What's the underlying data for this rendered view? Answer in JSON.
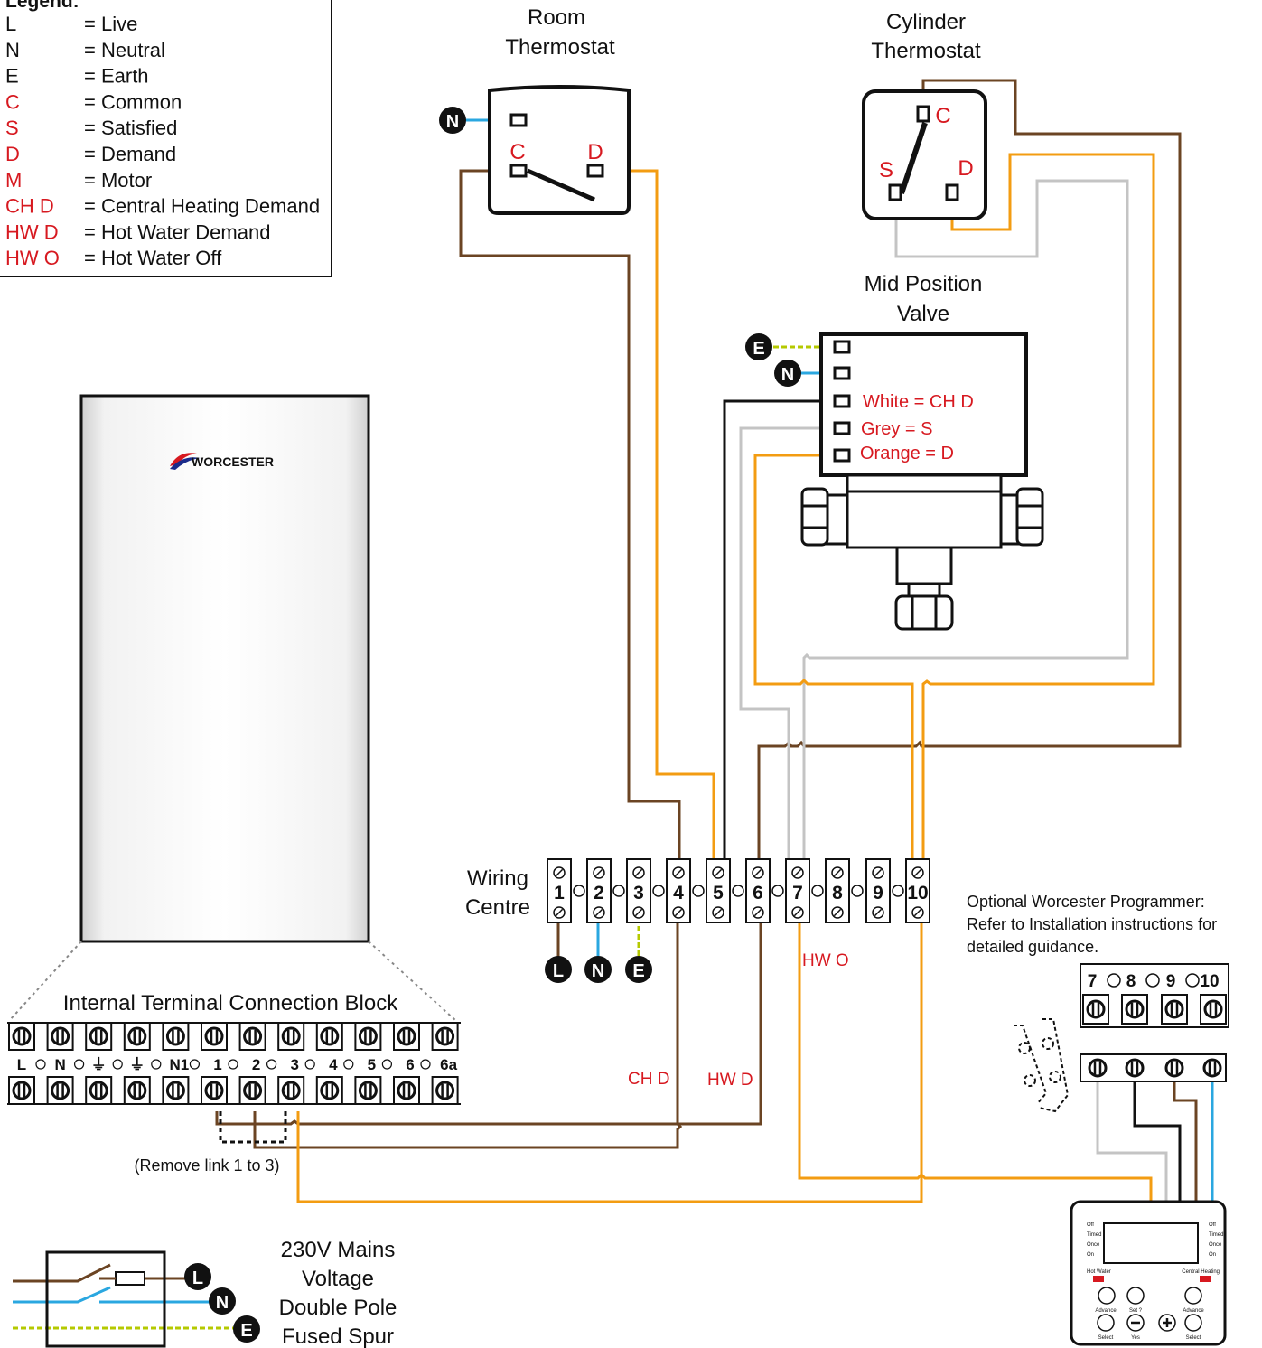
{
  "legend": {
    "title": "Legend:",
    "items": [
      {
        "code": "L",
        "desc": "= Live",
        "color": "#111111"
      },
      {
        "code": "N",
        "desc": "= Neutral",
        "color": "#111111"
      },
      {
        "code": "E",
        "desc": "= Earth",
        "color": "#111111"
      },
      {
        "code": "C",
        "desc": "= Common",
        "color": "#d71920"
      },
      {
        "code": "S",
        "desc": "= Satisfied",
        "color": "#d71920"
      },
      {
        "code": "D",
        "desc": "= Demand",
        "color": "#d71920"
      },
      {
        "code": "M",
        "desc": "= Motor",
        "color": "#d71920"
      },
      {
        "code": "CH D",
        "desc": "= Central Heating Demand",
        "color": "#d71920"
      },
      {
        "code": "HW D",
        "desc": "= Hot Water Demand",
        "color": "#d71920"
      },
      {
        "code": "HW O",
        "desc": "= Hot Water Off",
        "color": "#d71920"
      }
    ]
  },
  "room_thermostat": {
    "title1": "Room",
    "title2": "Thermostat",
    "n": "N",
    "c": "C",
    "d": "D"
  },
  "cylinder_thermostat": {
    "title1": "Cylinder",
    "title2": "Thermostat",
    "c": "C",
    "s": "S",
    "d": "D"
  },
  "valve": {
    "title1": "Mid Position",
    "title2": "Valve",
    "e": "E",
    "n": "N",
    "white": "White = CH D",
    "grey": "Grey = S",
    "orange": "Orange = D"
  },
  "boiler": {
    "brand": "WORCESTER"
  },
  "wiring_centre": {
    "title1": "Wiring",
    "title2": "Centre",
    "terminals": [
      "1",
      "2",
      "3",
      "4",
      "5",
      "6",
      "7",
      "8",
      "9",
      "10"
    ],
    "supply": [
      "L",
      "N",
      "E"
    ]
  },
  "terminal_block": {
    "title": "Internal Terminal Connection Block",
    "labels": [
      "L",
      "N",
      "⏚",
      "⏚",
      "N1",
      "1",
      "2",
      "3",
      "4",
      "5",
      "6",
      "6a"
    ],
    "note": "(Remove link 1 to 3)"
  },
  "wire_labels": {
    "hwo": "HW O",
    "chd": "CH D",
    "hwd": "HW D"
  },
  "programmer": {
    "note1": "Optional Worcester Programmer:",
    "note2": "Refer to Installation instructions for",
    "note3": "detailed guidance.",
    "terminals": [
      "7",
      "8",
      "9",
      "10"
    ],
    "modes": [
      "Off",
      "Timed",
      "Once",
      "On"
    ],
    "hot_water": "Hot Water",
    "central_heating": "Central Heating",
    "advance": "Advance",
    "select": "Select",
    "set": "Set ?",
    "yes": "Yes"
  },
  "spur": {
    "line1": "230V Mains",
    "line2": "Voltage",
    "line3": "Double Pole",
    "line4": "Fused Spur",
    "l": "L",
    "n": "N",
    "e": "E"
  },
  "colors": {
    "brown": "#6b4423",
    "orange": "#f39c12",
    "blue": "#2aa7e0",
    "grey": "#c4c4c4",
    "black": "#111111",
    "red": "#d71920",
    "earth": "#b5c900"
  }
}
